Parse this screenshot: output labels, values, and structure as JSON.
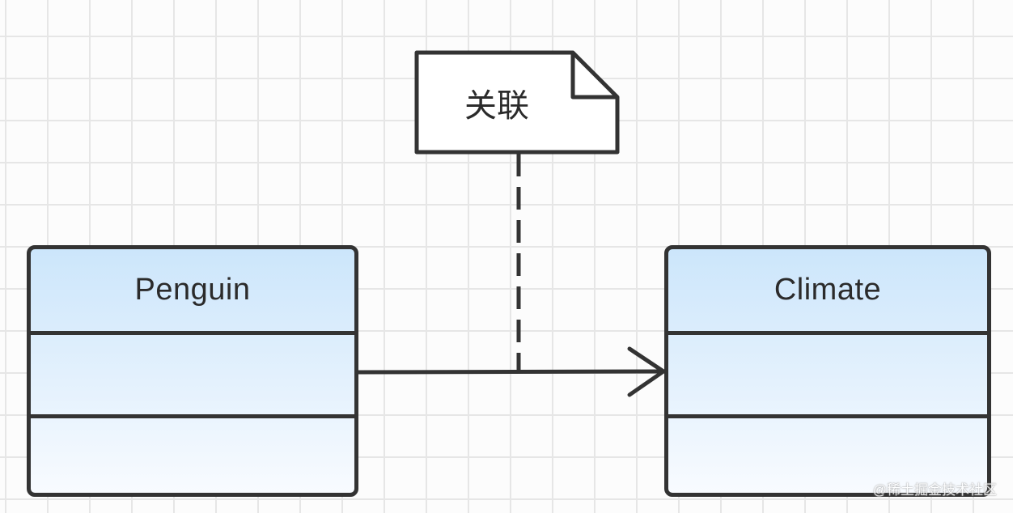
{
  "diagram": {
    "type": "uml-class-diagram",
    "classes": [
      {
        "name": "Penguin"
      },
      {
        "name": "Climate"
      }
    ],
    "relationship": {
      "kind": "association",
      "from": "Penguin",
      "to": "Climate",
      "note": "关联"
    }
  },
  "watermark": "@稀土掘金技术社区",
  "colors": {
    "stroke": "#333333",
    "class_fill_top": "#cce6fb",
    "class_fill_bottom": "#f8fbff",
    "grid": "#e6e6e6",
    "background": "#fcfcfc"
  }
}
